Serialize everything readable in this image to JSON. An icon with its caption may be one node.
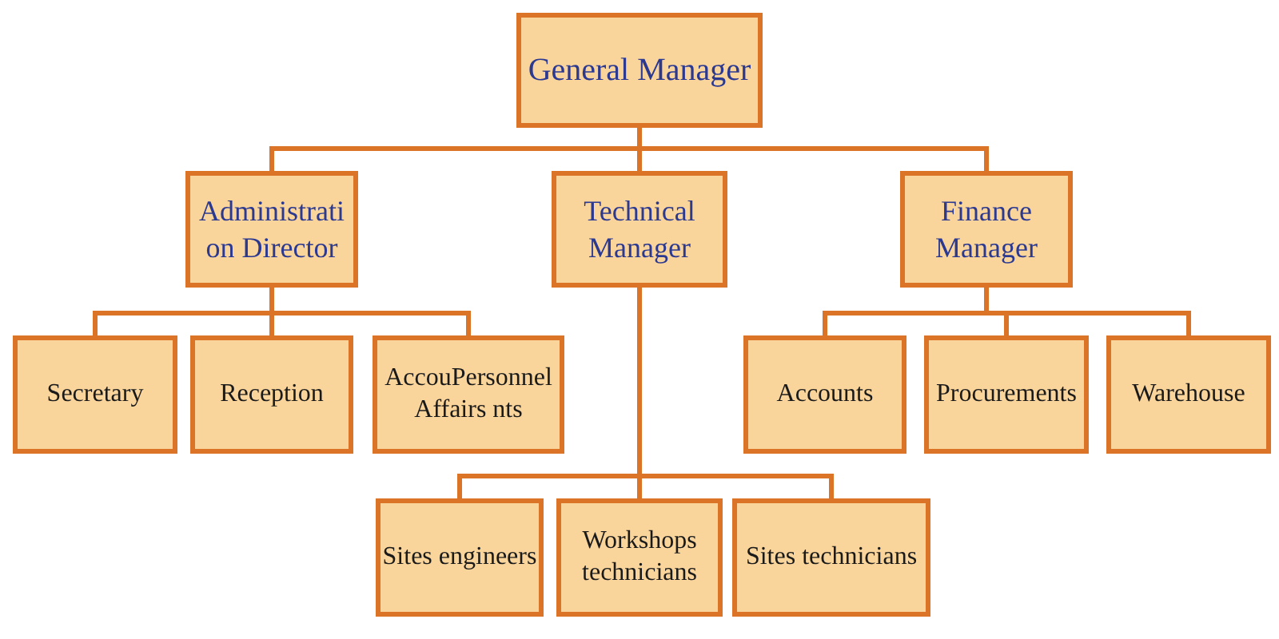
{
  "diagram": {
    "nodes": [
      {
        "text": [
          "General Manager"
        ]
      },
      {
        "text": [
          "Administrati on Director"
        ]
      },
      {
        "text": [
          "Technical Manager"
        ]
      },
      {
        "text": [
          "Finance Manager"
        ]
      },
      {
        "text": [
          "Secretary"
        ]
      },
      {
        "text": [
          "Reception"
        ]
      },
      {
        "text": [
          "AccouPersonnel Affairs nts"
        ]
      },
      {
        "text": [
          "Accounts"
        ]
      },
      {
        "text": [
          "Procurements"
        ]
      },
      {
        "text": [
          "Warehouse"
        ]
      },
      {
        "text": [
          "Sites engineers"
        ]
      },
      {
        "text": [
          "Workshops technicians"
        ]
      },
      {
        "text": [
          "Sites technicians"
        ]
      }
    ],
    "edges": [
      {
        "from": 0,
        "to": 1,
        "arrow": "none"
      },
      {
        "from": 0,
        "to": 2,
        "arrow": "none"
      },
      {
        "from": 0,
        "to": 3,
        "arrow": "none"
      },
      {
        "from": 1,
        "to": 4,
        "arrow": "none"
      },
      {
        "from": 1,
        "to": 5,
        "arrow": "none"
      },
      {
        "from": 1,
        "to": 6,
        "arrow": "none"
      },
      {
        "from": 3,
        "to": 7,
        "arrow": "none"
      },
      {
        "from": 3,
        "to": 8,
        "arrow": "none"
      },
      {
        "from": 3,
        "to": 9,
        "arrow": "none"
      },
      {
        "from": 2,
        "to": 10,
        "arrow": "none"
      },
      {
        "from": 2,
        "to": 11,
        "arrow": "none"
      },
      {
        "from": 2,
        "to": 12,
        "arrow": "none"
      }
    ]
  }
}
